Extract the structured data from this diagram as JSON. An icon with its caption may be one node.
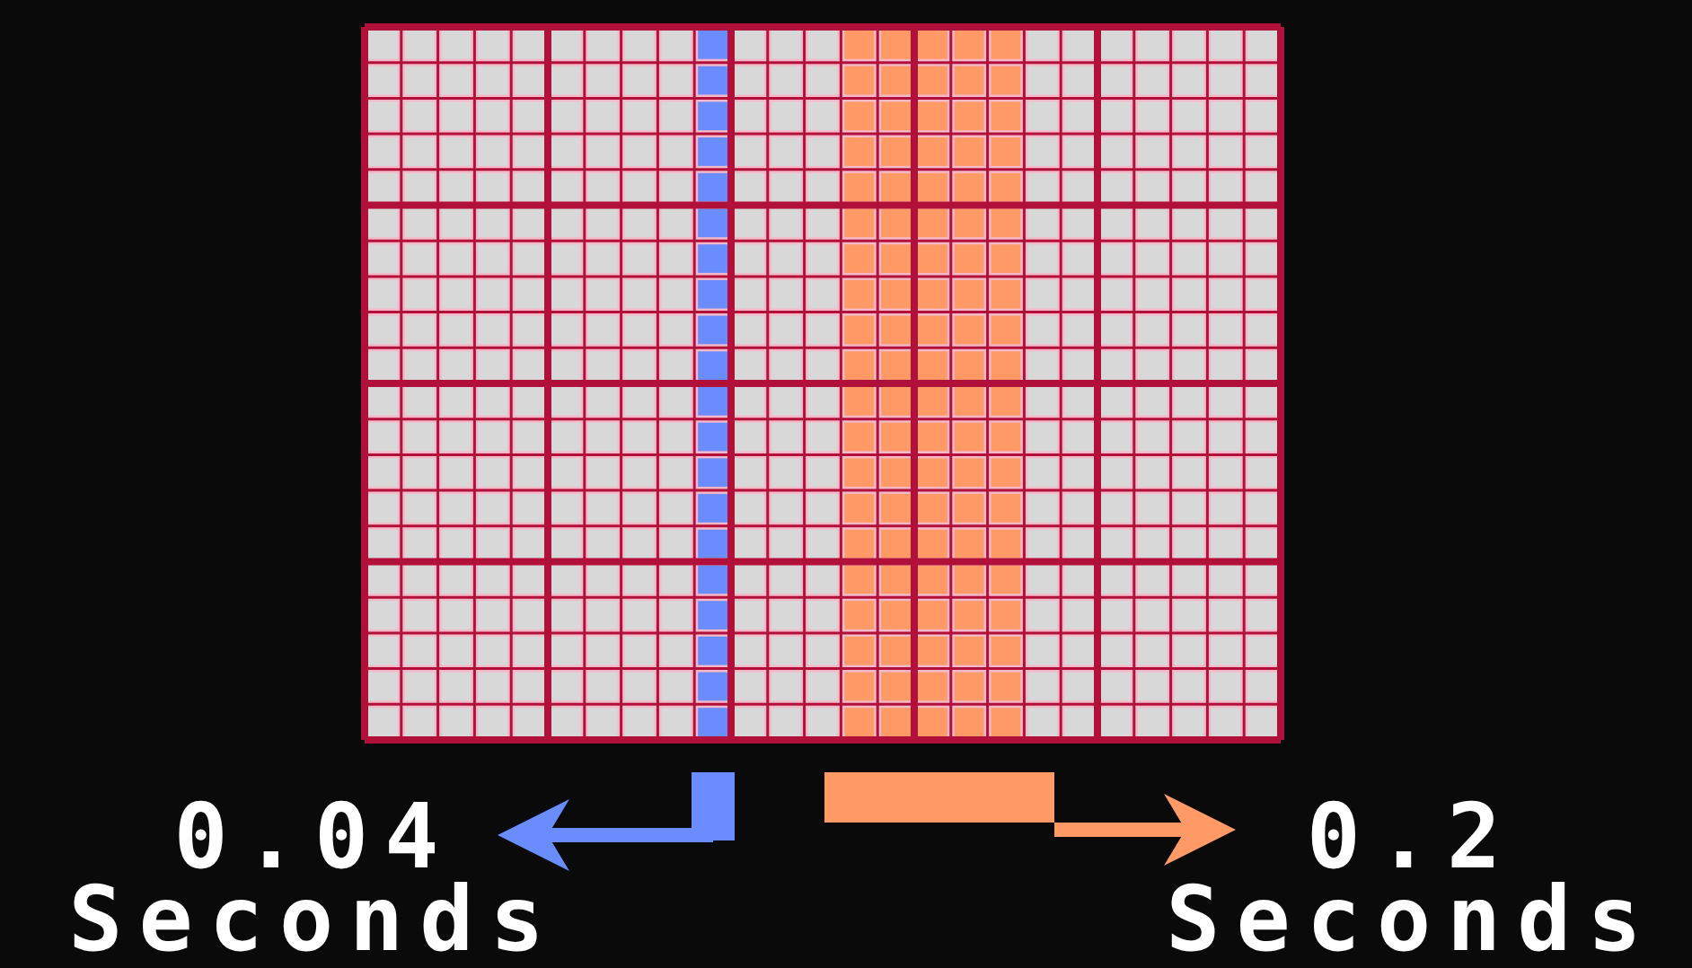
{
  "diagram": {
    "nodes": [
      {
        "text": [],
        "shape": "bar"
      },
      {
        "text": [],
        "shape": "bar"
      },
      {
        "text": [
          "0.04 Seconds"
        ]
      },
      {
        "text": [
          "0.2 Seconds"
        ]
      }
    ],
    "edges": [
      {
        "from": 0,
        "to": 2,
        "arrow": "to",
        "color": "#6b8cff"
      },
      {
        "from": 1,
        "to": 3,
        "arrow": "to",
        "color": "#ff9966"
      }
    ]
  }
}
